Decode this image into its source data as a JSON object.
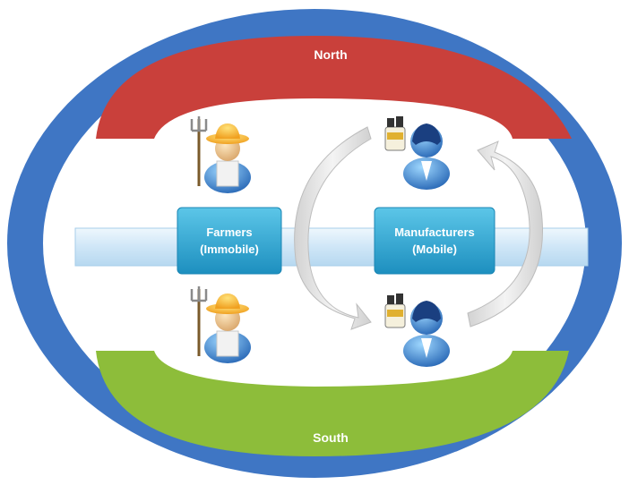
{
  "regions": {
    "north": {
      "label": "North",
      "color": "#c9403b"
    },
    "south": {
      "label": "South",
      "color": "#8dbd3a"
    }
  },
  "groups": {
    "farmers": {
      "label_line1": "Farmers",
      "label_line2": "(Immobile)"
    },
    "manufacturers": {
      "label_line1": "Manufacturers",
      "label_line2": "(Mobile)"
    }
  },
  "colors": {
    "outer_ring": "#3f76c4",
    "band": "#cfe6f7",
    "box": "#2aa9d4",
    "arrow": "#e6e6e6"
  },
  "icons": {
    "farmer": "farmer-icon",
    "manufacturer": "manufacturer-icon"
  }
}
